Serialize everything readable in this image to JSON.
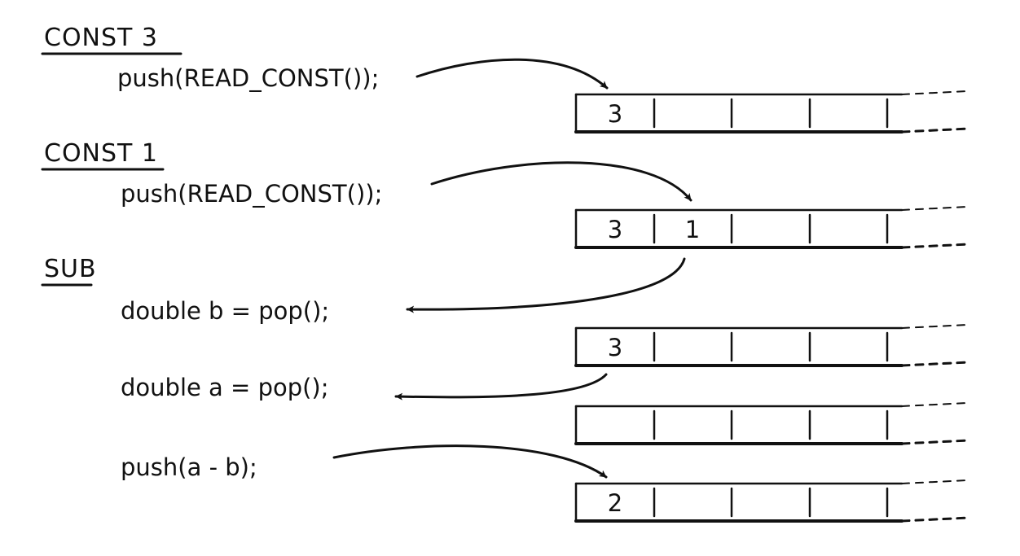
{
  "steps": [
    {
      "heading": "CONST 3",
      "lines": [
        "push(READ_CONST());"
      ],
      "stacks": [
        [
          "3",
          "",
          "",
          "",
          ""
        ]
      ]
    },
    {
      "heading": "CONST 1",
      "lines": [
        "push(READ_CONST());"
      ],
      "stacks": [
        [
          "3",
          "1",
          "",
          "",
          ""
        ]
      ]
    },
    {
      "heading": "SUB",
      "lines": [
        "double b = pop();",
        "double a = pop();",
        "push(a - b);"
      ],
      "stacks": [
        [
          "3",
          "",
          "",
          "",
          ""
        ],
        [
          "",
          "",
          "",
          "",
          ""
        ],
        [
          "2",
          "",
          "",
          "",
          ""
        ]
      ]
    }
  ],
  "colors": {
    "ink": "#111111",
    "background": "#ffffff"
  }
}
